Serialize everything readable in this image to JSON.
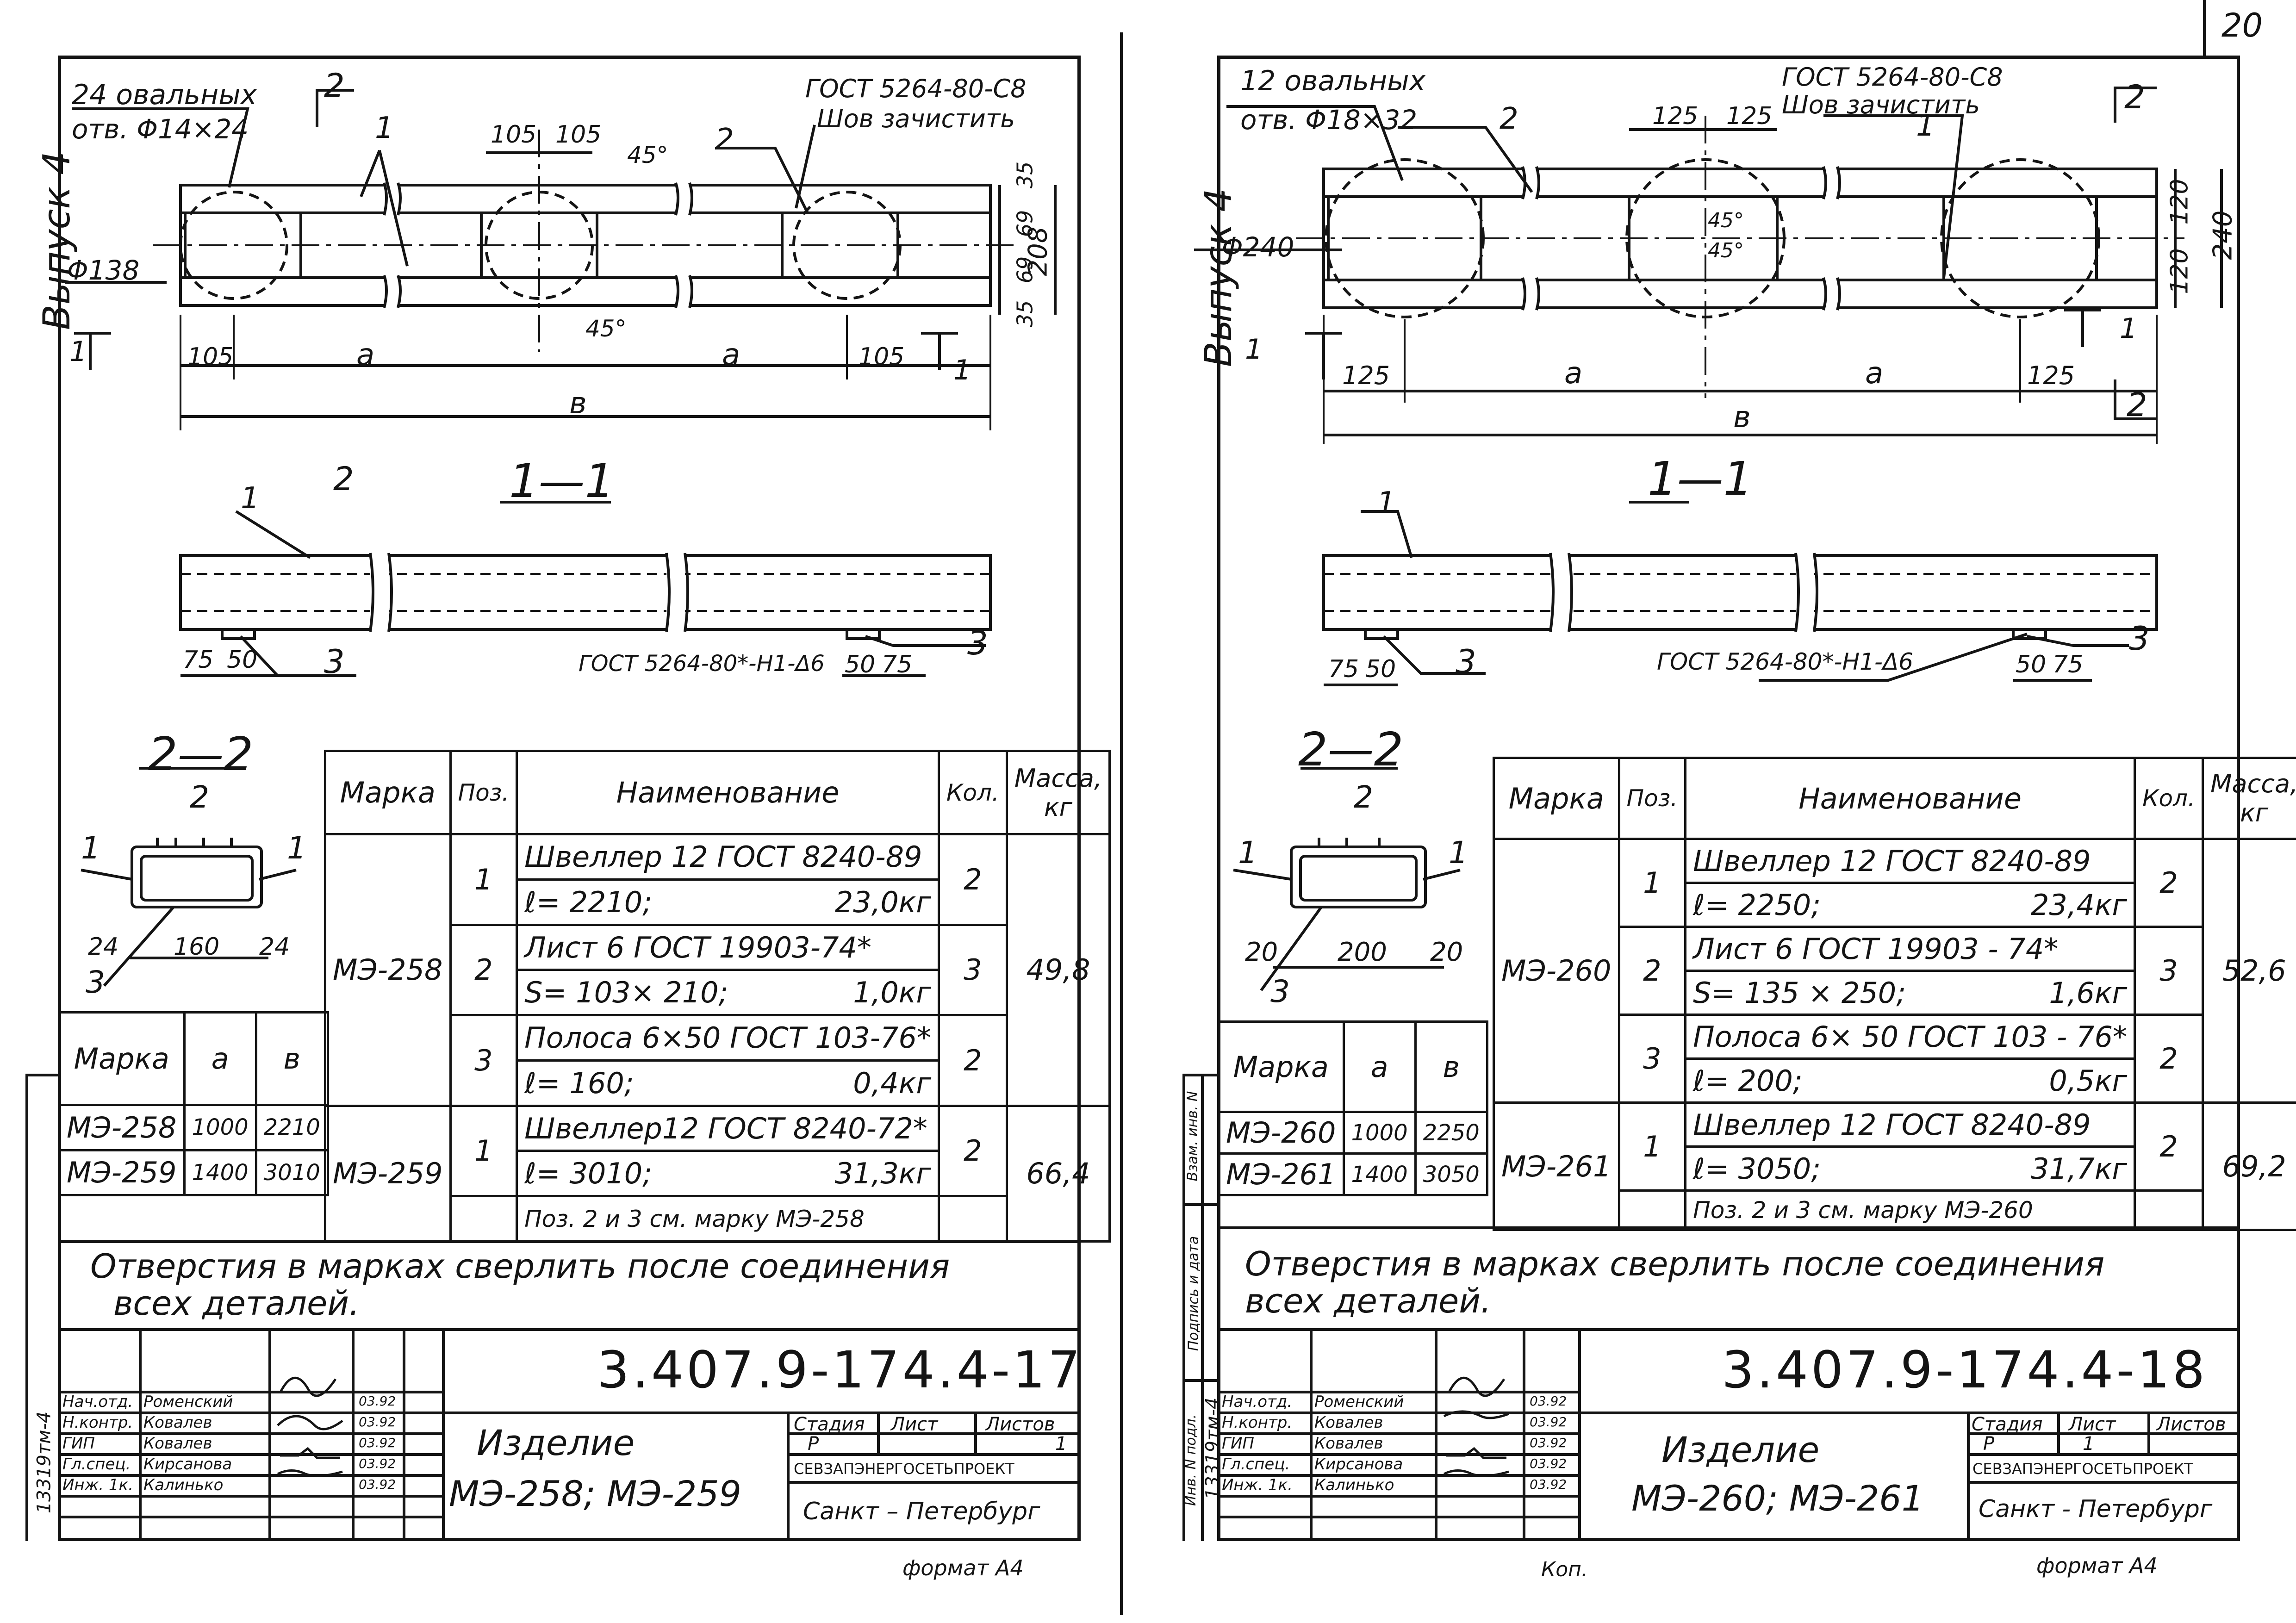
{
  "top_right": {
    "page_number": "20"
  },
  "sheets": [
    {
      "id": "left",
      "side_label": "Выпуск 4",
      "plan": {
        "holes_note_1": "24 овальных",
        "holes_note_2": "отв. Φ14×24",
        "gost_weld_1": "ГОСТ 5264-80-С8",
        "gost_weld_2": "Шов зачистить",
        "dim_105a": "105",
        "dim_105b": "105",
        "dim_angle_1": "45°",
        "dim_angle_2": "45°",
        "dim_phi": "Φ138",
        "dims_right": [
          "35",
          "69",
          "69",
          "35"
        ],
        "dim_overall_h": "208",
        "dim_end_left": "105",
        "dim_end_right": "105",
        "dim_a1": "а",
        "dim_a2": "а",
        "dim_b": "в",
        "pos_1": "1",
        "pos_2": "2",
        "sec_mark_2": "2",
        "sec_mark_1": "1"
      },
      "section_1_1": {
        "title": "1—1",
        "pos_1": "1",
        "pos_3a": "3",
        "pos_3b": "3",
        "dim_75a": "75",
        "dim_50a": "50",
        "dim_50b": "50",
        "dim_75b": "75",
        "gost": "ГОСТ 5264-80*-Н1-Δ6"
      },
      "section_2_2": {
        "title": "2—2",
        "pos_2": "2",
        "pos_1l": "1",
        "pos_1r": "1",
        "pos_3": "3",
        "dim_l": "24",
        "dim_mid": "160",
        "dim_r": "24"
      },
      "ab_table": {
        "headers": [
          "Марка",
          "а",
          "в"
        ],
        "rows": [
          [
            "МЭ-258",
            "1000",
            "2210"
          ],
          [
            "МЭ-259",
            "1400",
            "3010"
          ]
        ]
      },
      "spec_table": {
        "headers": [
          "Марка",
          "Поз.",
          "Наименование",
          "Кол.",
          "Масса, кг"
        ],
        "mark_1": "МЭ-258",
        "mass_1": "49,8",
        "mark_2": "МЭ-259",
        "mass_2": "66,4",
        "items": [
          {
            "pos": "1",
            "name": "Швеллер 12 ГОСТ 8240-89",
            "sub_l": "ℓ= 2210;",
            "sub_r": "23,0кг",
            "qty": "2"
          },
          {
            "pos": "2",
            "name": "Лист 6   ГОСТ 19903-74*",
            "sub_l": "S= 103× 210;",
            "sub_r": "1,0кг",
            "qty": "3"
          },
          {
            "pos": "3",
            "name": "Полоса 6×50 ГОСТ 103-76*",
            "sub_l": "ℓ= 160;",
            "sub_r": "0,4кг",
            "qty": "2"
          },
          {
            "pos": "1",
            "name": "Швеллер12 ГОСТ 8240-72*",
            "sub_l": "ℓ= 3010;",
            "sub_r": "31,3кг",
            "qty": "2"
          }
        ],
        "note_row": "Поз. 2 и 3  см. марку МЭ-258"
      },
      "note_1": "Отверстия   в марках   сверлить  после  соединения",
      "note_2": "всех    деталей.",
      "title_block": {
        "code": "3.407.9-174.4-17",
        "product_1": "Изделие",
        "product_2": "МЭ-258; МЭ-259",
        "stage_h": "Стадия",
        "sheet_h": "Лист",
        "sheets_h": "Листов",
        "stage": "Р",
        "sheet": "1",
        "org": "СЕВЗАПЭНЕРГОСЕТЬПРОЕКТ",
        "city": "Санкт – Петербург",
        "roles": [
          "Нач.отд.",
          "Н.контр.",
          "ГИП",
          "Гл.спец.",
          "Инж. 1к."
        ],
        "names": [
          "Роменский",
          "Ковалев",
          "Ковалев",
          "Кирсанова",
          "Калинько"
        ],
        "dates": [
          "03.92",
          "03.92",
          "03.92",
          "03.92",
          "03.92"
        ],
        "inv": "13319тм-4"
      },
      "format": "формат А4"
    },
    {
      "id": "right",
      "side_label": "Выпуск 4",
      "plan": {
        "holes_note_1": "12 овальных",
        "holes_note_2": "отв. Φ18×32",
        "gost_weld_1": "ГОСТ 5264-80-С8",
        "gost_weld_2": "Шов зачистить",
        "dim_105a": "125",
        "dim_105b": "125",
        "dim_angle_1": "45°",
        "dim_angle_2": "45°",
        "dim_phi": "Φ240",
        "dims_right": [
          "120",
          "120"
        ],
        "dim_overall_h": "240",
        "dim_end_left": "125",
        "dim_end_right": "125",
        "dim_a1": "а",
        "dim_a2": "а",
        "dim_b": "в",
        "pos_1": "1",
        "pos_2": "2",
        "sec_mark_2": "2",
        "sec_mark_1": "1"
      },
      "section_1_1": {
        "title": "1—1",
        "pos_1": "1",
        "pos_3a": "3",
        "pos_3b": "3",
        "dim_75a": "75",
        "dim_50a": "50",
        "dim_50b": "50",
        "dim_75b": "75",
        "gost": "ГОСТ 5264-80*-Н1-Δ6"
      },
      "section_2_2": {
        "title": "2—2",
        "pos_2": "2",
        "pos_1l": "1",
        "pos_1r": "1",
        "pos_3": "3",
        "dim_l": "20",
        "dim_mid": "200",
        "dim_r": "20"
      },
      "ab_table": {
        "headers": [
          "Марка",
          "а",
          "в"
        ],
        "rows": [
          [
            "МЭ-260",
            "1000",
            "2250"
          ],
          [
            "МЭ-261",
            "1400",
            "3050"
          ]
        ]
      },
      "spec_table": {
        "headers": [
          "Марка",
          "Поз.",
          "Наименование",
          "Кол.",
          "Масса, кг"
        ],
        "mark_1": "МЭ-260",
        "mass_1": "52,6",
        "mark_2": "МЭ-261",
        "mass_2": "69,2",
        "items": [
          {
            "pos": "1",
            "name": "Швеллер 12 ГОСТ 8240-89",
            "sub_l": "ℓ= 2250;",
            "sub_r": "23,4кг",
            "qty": "2"
          },
          {
            "pos": "2",
            "name": "Лист 6  ГОСТ 19903 - 74*",
            "sub_l": "S= 135 × 250;",
            "sub_r": "1,6кг",
            "qty": "3"
          },
          {
            "pos": "3",
            "name": "Полоса 6× 50  ГОСТ 103 - 76*",
            "sub_l": "ℓ= 200;",
            "sub_r": "0,5кг",
            "qty": "2"
          },
          {
            "pos": "1",
            "name": "Швеллер 12 ГОСТ 8240-89",
            "sub_l": "ℓ= 3050;",
            "sub_r": "31,7кг",
            "qty": "2"
          }
        ],
        "note_row": "Поз. 2 и 3  см.  марку МЭ-260"
      },
      "note_1": "Отверстия   в  марках   сверлить  после   соединения",
      "note_2": "всех     деталей.",
      "title_block": {
        "code": "3.407.9-174.4-18",
        "product_1": "Изделие",
        "product_2": "МЭ-260;  МЭ-261",
        "stage_h": "Стадия",
        "sheet_h": "Лист",
        "sheets_h": "Листов",
        "stage": "Р",
        "sheet": "1",
        "org": "СЕВЗАПЭНЕРГОСЕТЬПРОЕКТ",
        "city": "Санкт - Петербург",
        "roles": [
          "Нач.отд.",
          "Н.контр.",
          "ГИП",
          "Гл.спец.",
          "Инж. 1к."
        ],
        "names": [
          "Роменский",
          "Ковалев",
          "Ковалев",
          "Кирсанова",
          "Калинько"
        ],
        "dates": [
          "03.92",
          "03.92",
          "03.92",
          "03.92",
          "03.92"
        ],
        "inv": "13319тм-4",
        "side_cols": [
          "Инв. N подл.",
          "Подпись и дата",
          "Взам. инв. N"
        ]
      },
      "copy_note": "Коп.",
      "format": "формат А4"
    }
  ]
}
